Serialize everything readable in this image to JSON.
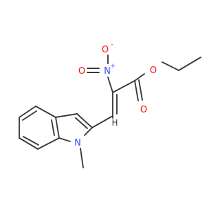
{
  "molecule": {
    "atoms": {
      "nitro_oxygen_top": {
        "symbol": "O",
        "charge": "-",
        "color": "#ff0d0d"
      },
      "nitro_nitrogen": {
        "symbol": "N",
        "charge": "+",
        "color": "#3050f8"
      },
      "nitro_oxygen_left": {
        "symbol": "O",
        "color": "#ff0d0d"
      },
      "ester_oxygen": {
        "symbol": "O",
        "color": "#ff0d0d"
      },
      "carbonyl_oxygen": {
        "symbol": "O",
        "color": "#ff0d0d"
      },
      "indole_nitrogen": {
        "symbol": "N",
        "color": "#3050f8"
      },
      "vinyl_hydrogen": {
        "symbol": "H",
        "color": "#3a3a3a"
      }
    },
    "bond_color": "#3a3a3a"
  }
}
